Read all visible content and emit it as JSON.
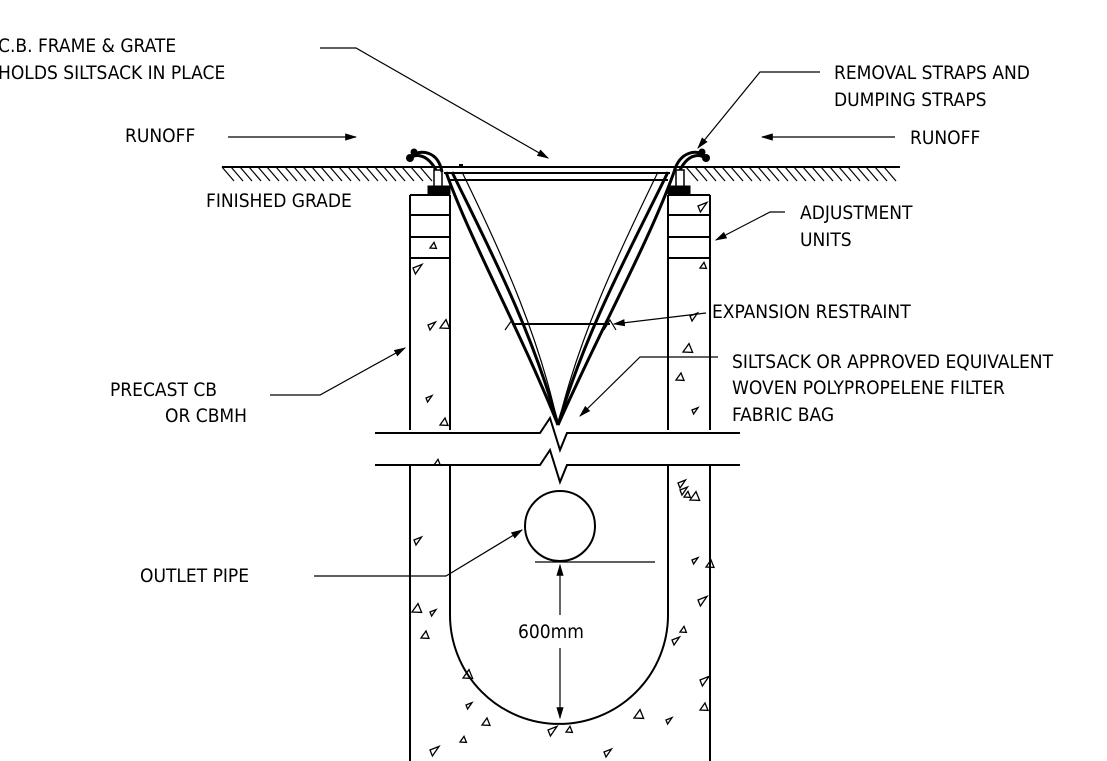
{
  "labels": {
    "frame_grate_line1": "C.B. FRAME & GRATE",
    "frame_grate_line2": "HOLDS SILTSACK IN PLACE",
    "straps_line1": "REMOVAL STRAPS AND",
    "straps_line2": "DUMPING STRAPS",
    "runoff_left": "RUNOFF",
    "runoff_right": "RUNOFF",
    "finished_grade": "FINISHED GRADE",
    "adjustment_line1": "ADJUSTMENT",
    "adjustment_line2": "UNITS",
    "expansion_restraint": "EXPANSION RESTRAINT",
    "siltsack_line1": "SILTSACK OR APPROVED EQUIVALENT",
    "siltsack_line2": "WOVEN POLYPROPELENE FILTER",
    "siltsack_line3": "FABRIC BAG",
    "precast_line1": "PRECAST CB",
    "precast_line2": "OR CBMH",
    "outlet_pipe": "OUTLET PIPE",
    "dimension": "600mm"
  }
}
